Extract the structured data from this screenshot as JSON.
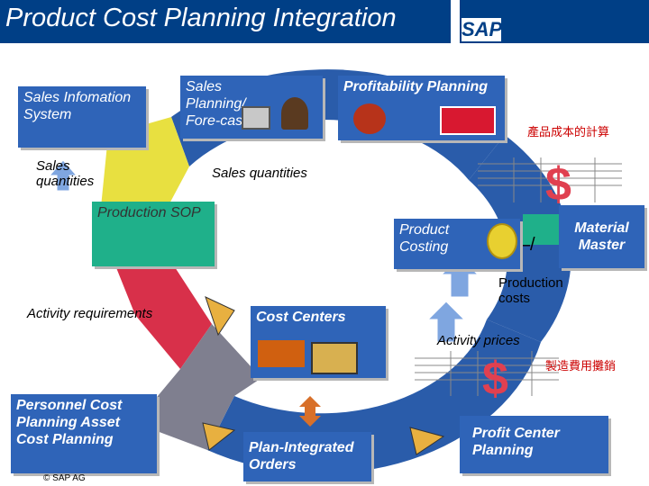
{
  "title": "Product Cost Planning Integration",
  "logo": "SAP",
  "boxes": {
    "sales_info": "Sales Infomation System",
    "sales_planning": "Sales Planning/ Fore-casts",
    "profitability": "Profitability Planning",
    "production_sop": "Production SOP",
    "product_costing": "Product Costing",
    "material_master": "Material Master",
    "cost_centers": "Cost Centers",
    "personnel": "Personnel Cost Planning Asset Cost Planning",
    "plan_orders": "Plan-Integrated Orders",
    "profit_center": "Profit Center Planning"
  },
  "labels": {
    "sales_quantities_left": "Sales quantities",
    "sales_quantities_top": "Sales quantities",
    "activity_requirements": "Activity requirements",
    "production_costs": "Production costs",
    "activity_prices": "Activity prices",
    "cn_product_cost": "產品成本的計算",
    "cn_mfg_expense": "製造費用攤銷",
    "footer": "© SAP AG"
  },
  "colors": {
    "box_blue": "#2f64b8",
    "ring_blue": "#2a5caa",
    "ring_yellow": "#e8e040",
    "ring_red": "#d8304a",
    "ring_gray": "#7f7f8f",
    "green": "#1fb08a"
  }
}
